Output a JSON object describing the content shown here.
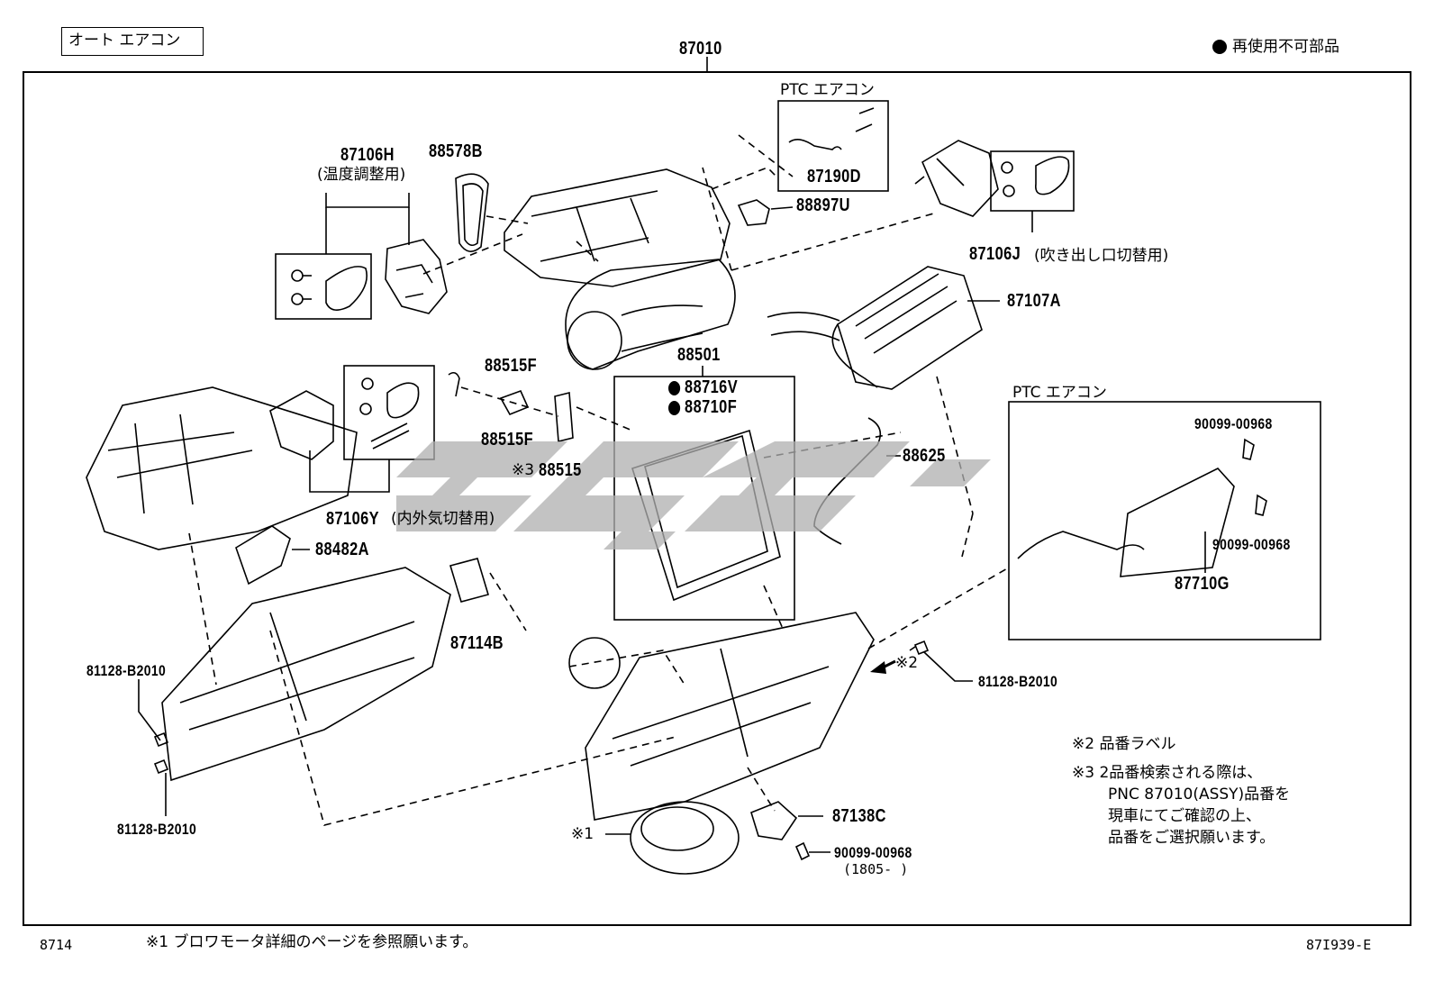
{
  "header": {
    "title_label": "オート エアコン",
    "assembly_number": "87010",
    "legend_text": "再使用不可部品"
  },
  "parts": {
    "p87106H": "87106H",
    "p87106H_note": "(温度調整用)",
    "p88578B": "88578B",
    "ptc_label_top": "PTC エアコン",
    "p87190D": "87190D",
    "p88897U": "88897U",
    "p87106J": "87106J",
    "p87106J_note": "(吹き出し口切替用)",
    "p87107A": "87107A",
    "p88501": "88501",
    "p88716V": "88716V",
    "p88710F": "88710F",
    "p88515F_top": "88515F",
    "p88515F_bottom": "88515F",
    "note3_mark": "※3",
    "p88515": "88515",
    "p88625": "88625",
    "p87106Y": "87106Y",
    "p87106Y_note": "(内外気切替用)",
    "p88482A": "88482A",
    "p87114B": "87114B",
    "p81128_left_top": "81128-B2010",
    "p81128_left_bottom": "81128-B2010",
    "p81128_right": "81128-B2010",
    "note2_mark": "※2",
    "ptc_label_right": "PTC エアコン",
    "p90099_right_top": "90099-00968",
    "p90099_right_mid": "90099-00968",
    "p87710G": "87710G",
    "p87138C": "87138C",
    "note1_mark": "※1",
    "p90099_bottom": "90099-00968",
    "p90099_bottom_date": "(1805-      )"
  },
  "notes": {
    "note2": "※2 品番ラベル",
    "note3_line1": "※3 2品番検索される際は、",
    "note3_line2": "PNC 87010(ASSY)品番を",
    "note3_line3": "現車にてご確認の上、",
    "note3_line4": "品番をご選択願います。"
  },
  "footer": {
    "left_code": "8714",
    "note1": "※1 ブロワモータ詳細のページを参照願います。",
    "right_code": "87I939-E"
  }
}
